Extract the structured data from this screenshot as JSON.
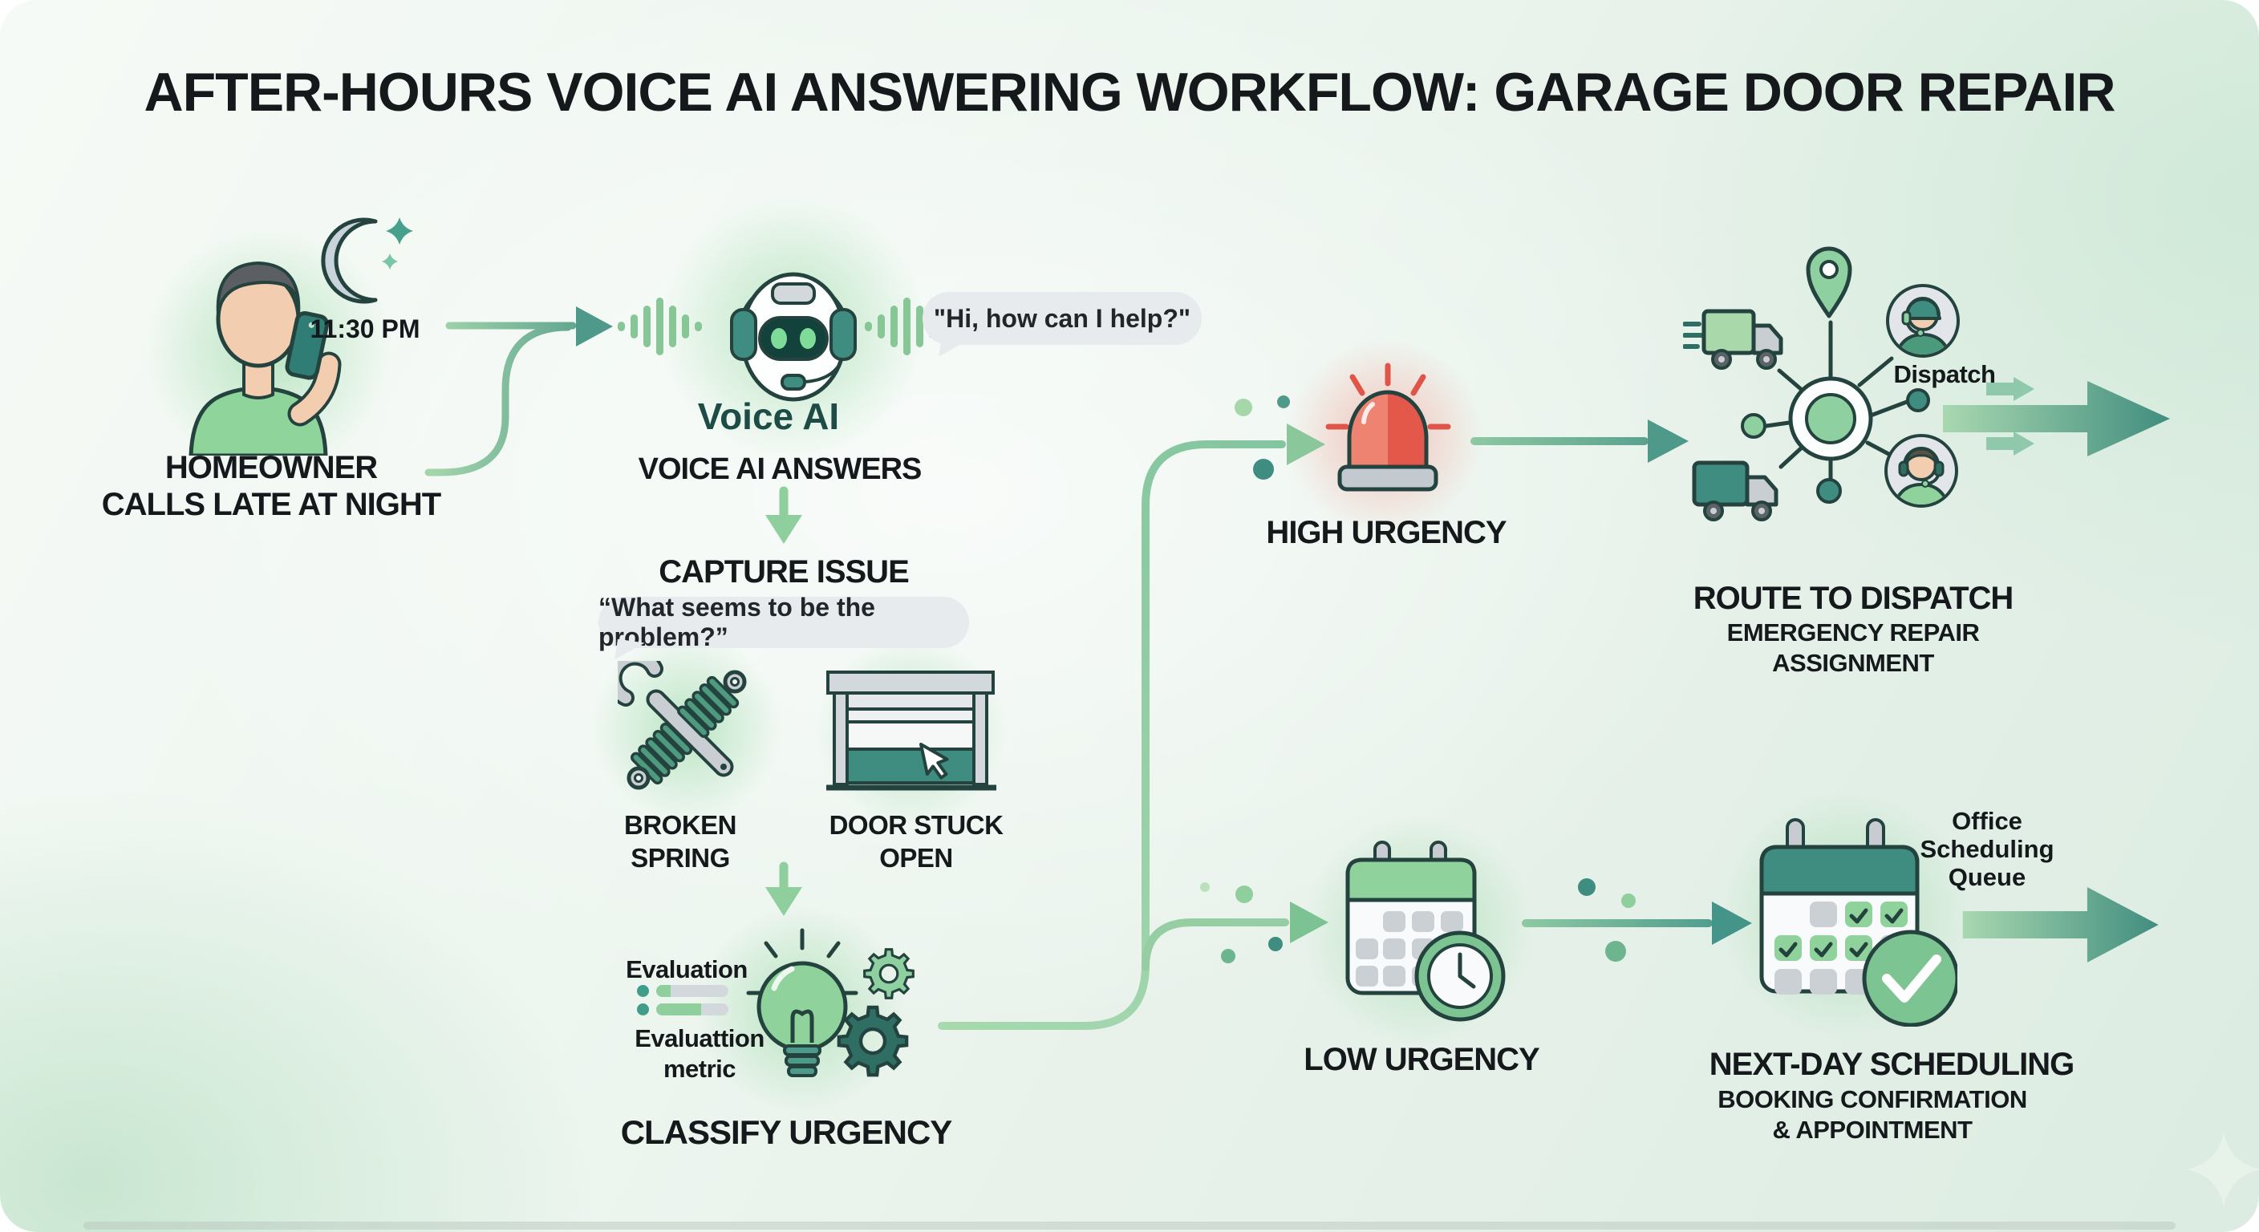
{
  "title": "AFTER-HOURS VOICE AI ANSWERING WORKFLOW: GARAGE DOOR REPAIR",
  "homeowner": {
    "time": "11:30 PM",
    "line1": "HOMEOWNER",
    "line2": "CALLS LATE AT NIGHT"
  },
  "voice_ai": {
    "bubble": "\"Hi, how can I help?\"",
    "name": "Voice AI",
    "heading": "VOICE AI ANSWERS"
  },
  "capture_issue": {
    "heading": "CAPTURE ISSUE",
    "bubble": "“What seems to be the problem?”",
    "issue1_line1": "BROKEN",
    "issue1_line2": "SPRING",
    "issue2_line1": "DOOR STUCK",
    "issue2_line2": "OPEN"
  },
  "classify_urgency": {
    "heading": "CLASSIFY URGENCY",
    "eval_label": "Evaluation",
    "metric_line1": "Evaluattion",
    "metric_line2": "metric"
  },
  "high_urgency": {
    "heading": "HIGH URGENCY"
  },
  "route_to_dispatch": {
    "heading": "ROUTE TO DISPATCH",
    "sub_line1": "EMERGENCY REPAIR",
    "sub_line2": "ASSIGNMENT",
    "node_label": "Dispatch"
  },
  "low_urgency": {
    "heading": "LOW URGENCY"
  },
  "next_day_scheduling": {
    "heading": "NEXT-DAY SCHEDULING",
    "sub_line1": "BOOKING CONFIRMATION",
    "sub_line2": "& APPOINTMENT",
    "queue_line1": "Office",
    "queue_line2": "Scheduling",
    "queue_line3": "Queue"
  },
  "colors": {
    "accent_green": "#8fce9d",
    "accent_teal": "#3f8d80",
    "outline_dark": "#24433f",
    "alert_red": "#e4574b",
    "bubble_gray": "#e8ebee",
    "text": "#15191c"
  }
}
